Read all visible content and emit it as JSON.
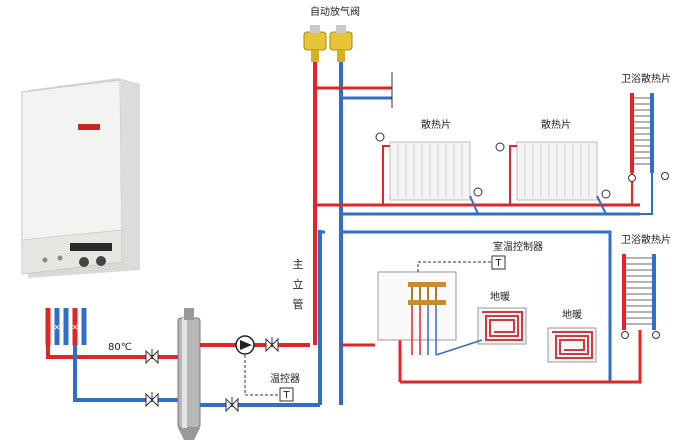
{
  "labels": {
    "auto_vent_valve": "自动放气阀",
    "radiator_1": "散热片",
    "radiator_2": "散热片",
    "bathroom_radiator_top": "卫浴散热片",
    "bathroom_radiator_bottom": "卫浴散热片",
    "room_thermostat": "室温控制器",
    "floor_heating_1": "地暖",
    "floor_heating_2": "地暖",
    "main_riser_1": "主",
    "main_riser_2": "立",
    "main_riser_3": "管",
    "temperature": "80℃",
    "temp_controller": "温控器",
    "thermostat_symbol": "T"
  },
  "colors": {
    "supply": "#e02626",
    "return": "#2f6fc9",
    "boiler_body": "#f1f1ef",
    "radiator": "#f4f4f4"
  }
}
